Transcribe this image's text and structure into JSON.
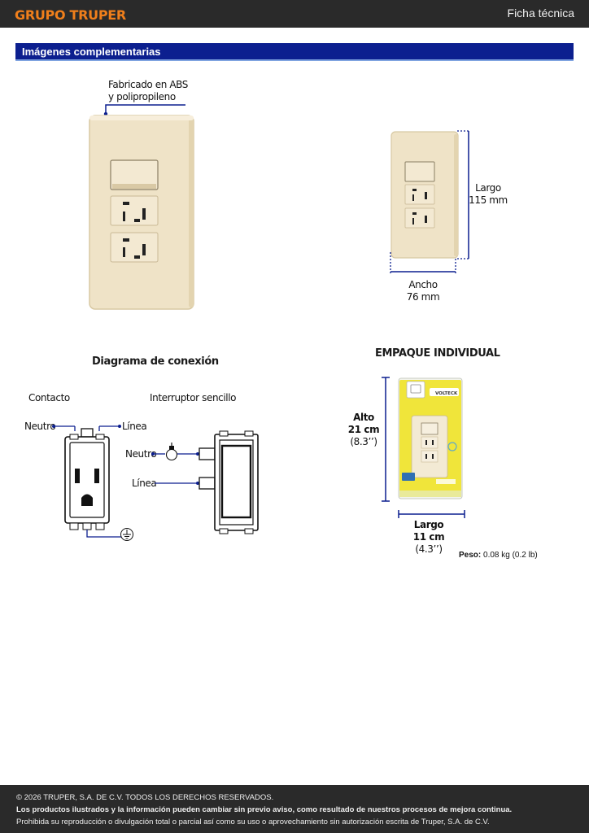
{
  "header": {
    "brand": "GRUPO TRUPER",
    "doc_type": "Ficha técnica",
    "brand_color": "#f07f1b",
    "bar_color": "#2a2a2a"
  },
  "section": {
    "title": "Imágenes complementarias",
    "color": "#0c1f8f"
  },
  "material": {
    "line1": "Fabricado en ABS",
    "line2": "y polipropileno"
  },
  "dimensions": {
    "largo_label": "Largo",
    "largo_value": "115 mm",
    "ancho_label": "Ancho",
    "ancho_value": "76 mm"
  },
  "diagram": {
    "title": "Diagrama de conexión",
    "contacto": "Contacto",
    "interruptor": "Interruptor sencillo",
    "neutro": "Neutro",
    "linea": "Línea",
    "ground_icon": "ground-icon",
    "bulb_icon": "light-bulb-icon"
  },
  "package": {
    "title": "EMPAQUE INDIVIDUAL",
    "alto_label": "Alto",
    "alto_cm": "21 cm",
    "alto_in": "(8.3’’)",
    "largo_label": "Largo",
    "largo_cm": "11 cm",
    "largo_in": "(4.3’’)",
    "peso_label": "Peso:",
    "peso_value": "0.08 kg (0.2 lb)",
    "brand_on_pack": "VOLTECK"
  },
  "footer": {
    "copyright": "© 2026 TRUPER, S.A. DE C.V. TODOS LOS DERECHOS RESERVADOS.",
    "notice": "Los productos ilustrados y la información pueden cambiar sin previo aviso, como resultado de nuestros procesos de mejora continua.",
    "prohibition": "Prohibida su reproducción o divulgación total o parcial así como su uso o aprovechamiento sin autorización escrita de Truper, S.A. de C.V."
  }
}
